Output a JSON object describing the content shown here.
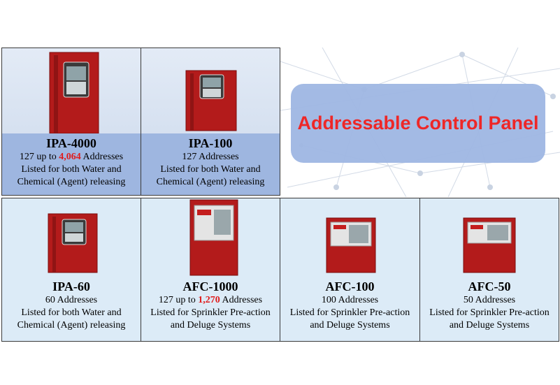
{
  "title": "Addressable Control Panel",
  "colors": {
    "accent_red": "#e01b1b",
    "title_box": "#9fb7e3",
    "top_caption": "#9eb6e0",
    "bottom_bg": "#dcebf7"
  },
  "panels": [
    {
      "name": "IPA-4000",
      "line1_pre": "127 up to ",
      "line1_num": "4,064",
      "line1_post": " Addresses",
      "line2": "Listed for both Water and",
      "line3": "Chemical (Agent) releasing"
    },
    {
      "name": "IPA-100",
      "line1": "127 Addresses",
      "line2": "Listed for both Water and",
      "line3": "Chemical (Agent) releasing"
    },
    {
      "name": "IPA-60",
      "line1": "60 Addresses",
      "line2": "Listed for both Water and",
      "line3": "Chemical (Agent) releasing"
    },
    {
      "name": "AFC-1000",
      "line1_pre": "127 up to ",
      "line1_num": "1,270",
      "line1_post": " Addresses",
      "line2": "Listed for Sprinkler Pre-action",
      "line3": "and Deluge Systems"
    },
    {
      "name": "AFC-100",
      "line1": "100 Addresses",
      "line2": "Listed for Sprinkler Pre-action",
      "line3": "and Deluge Systems"
    },
    {
      "name": "AFC-50",
      "line1": "50 Addresses",
      "line2": "Listed for Sprinkler Pre-action",
      "line3": "and Deluge Systems"
    }
  ]
}
